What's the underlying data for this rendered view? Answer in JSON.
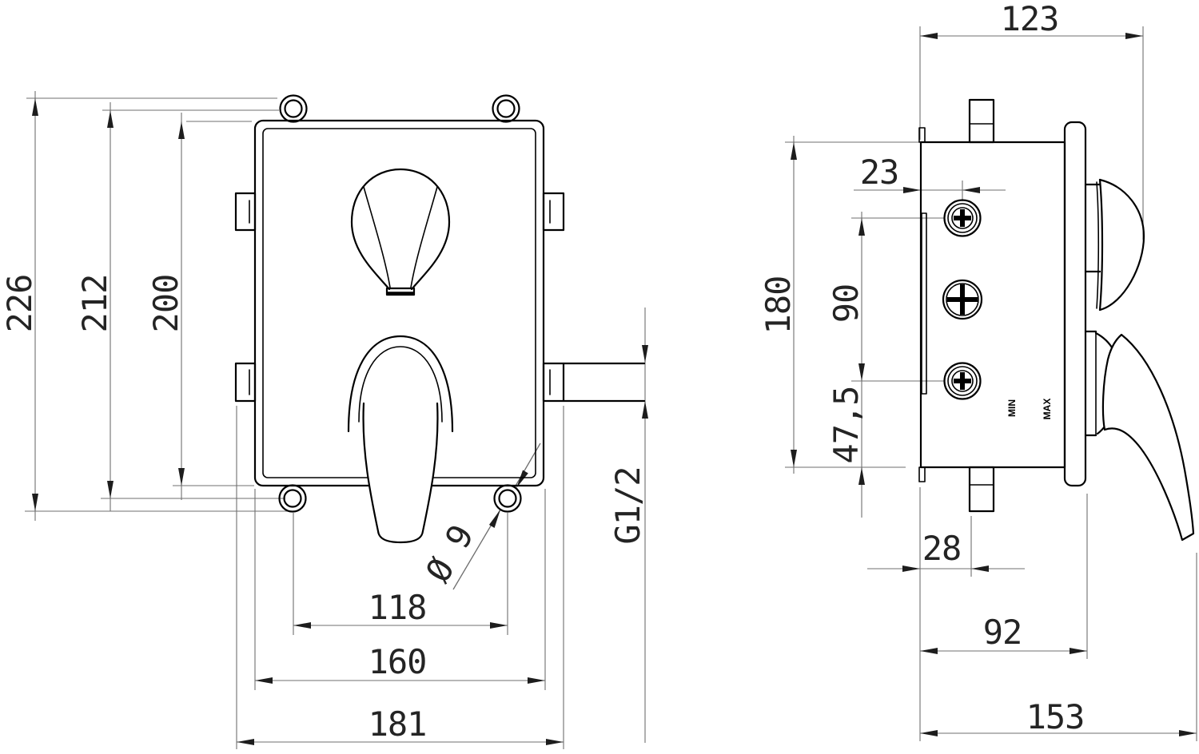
{
  "drawing": {
    "front_view": {
      "height_overall": "226",
      "height_mounting": "212",
      "height_box": "200",
      "width_holes": "118",
      "width_box": "160",
      "width_overall": "181",
      "hole_diameter": "Ø 9",
      "outlet_thread": "G1/2"
    },
    "side_view": {
      "depth_overall": "123",
      "screw_inset": "23",
      "body_height": "180",
      "screw_spacing": "90",
      "screw_to_bottom": "47,5",
      "stub_offset": "28",
      "plate_depth": "92",
      "total_depth": "153",
      "min_label": "MIN",
      "max_label": "MAX"
    }
  }
}
